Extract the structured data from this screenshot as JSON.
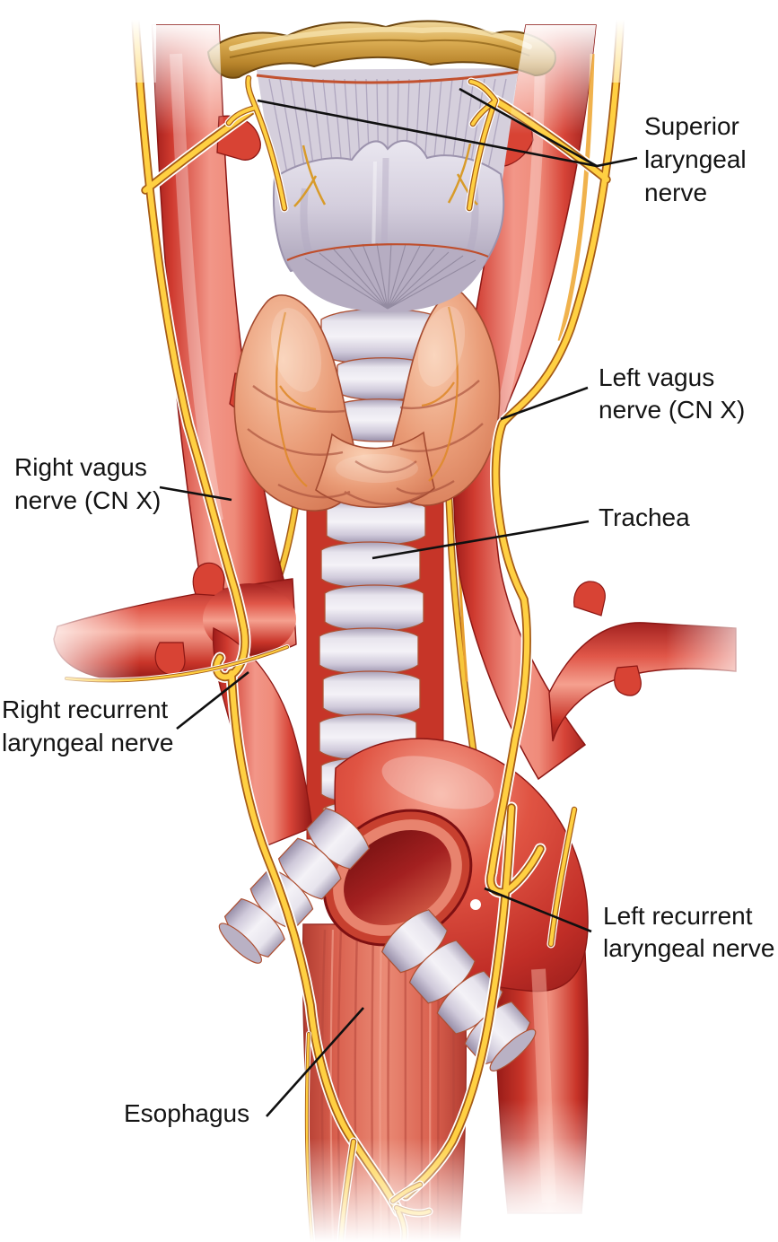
{
  "figure": {
    "background": "#ffffff"
  },
  "palette": {
    "artery_red": "#d84334",
    "artery_dark": "#8f1715",
    "artery_highlight": "#f5a08f",
    "nerve_yellow": "#ffd042",
    "nerve_outline": "#a55b16",
    "cartilage_gray": "#d4cedd",
    "cartilage_shadow": "#978ea8",
    "hyoid_tan": "#dcae54",
    "thyroid_salmon": "#e99b76",
    "esophagus_red": "#d9604e",
    "leader_line": "#101010",
    "label_color": "#141414"
  },
  "labels": {
    "superior_laryngeal_nerve": {
      "lines": [
        "Superior",
        "laryngeal",
        "nerve"
      ]
    },
    "left_vagus_nerve": {
      "lines": [
        "Left vagus",
        "nerve (CN X)"
      ]
    },
    "right_vagus_nerve": {
      "lines": [
        "Right vagus",
        "nerve (CN X)"
      ]
    },
    "trachea": {
      "lines": [
        "Trachea"
      ]
    },
    "right_recurrent_laryngeal_nerve": {
      "lines": [
        "Right recurrent",
        "laryngeal nerve"
      ]
    },
    "left_recurrent_laryngeal_nerve": {
      "lines": [
        "Left recurrent",
        "laryngeal nerve"
      ]
    },
    "esophagus": {
      "lines": [
        "Esophagus"
      ]
    }
  }
}
